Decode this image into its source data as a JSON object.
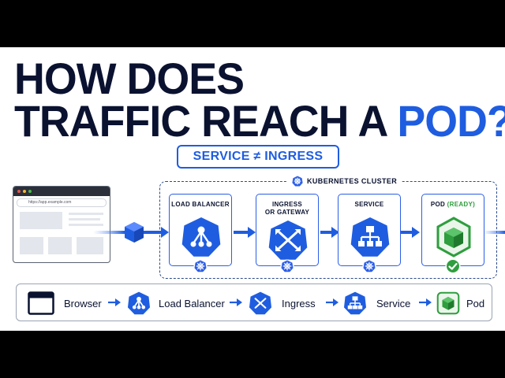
{
  "headline": {
    "line1": "HOW DOES",
    "line2_prefix": "TRAFFIC REACH A ",
    "line2_accent": "POD?"
  },
  "subtitle_pill": "SERVICE ≠ INGRESS",
  "cluster": {
    "label": "KUBERNETES CLUSTER"
  },
  "browser": {
    "url": "https://app.example.com"
  },
  "stages": [
    {
      "title": "LOAD BALANCER",
      "icon": "network-hub-icon"
    },
    {
      "title_line1": "INGRESS",
      "title_line2": "OR GATEWAY",
      "icon": "routing-cross-icon"
    },
    {
      "title": "SERVICE",
      "icon": "hierarchy-tree-icon"
    },
    {
      "title_prefix": "POD ",
      "title_status": "(READY)",
      "icon": "package-cube-icon",
      "status_icon": "check-circle-icon"
    }
  ],
  "legend": {
    "items": [
      {
        "label": "Browser",
        "icon": "browser-window-icon"
      },
      {
        "label": "Load Balancer",
        "icon": "network-hub-icon"
      },
      {
        "label": "Ingress",
        "icon": "routing-cross-icon"
      },
      {
        "label": "Service",
        "icon": "hierarchy-tree-icon"
      },
      {
        "label": "Pod",
        "icon": "package-cube-icon"
      }
    ]
  },
  "colors": {
    "accent": "#1f5de0",
    "dark": "#0a1230",
    "pod_green": "#2e9e3e",
    "badge_blue": "#2b5ee8"
  }
}
